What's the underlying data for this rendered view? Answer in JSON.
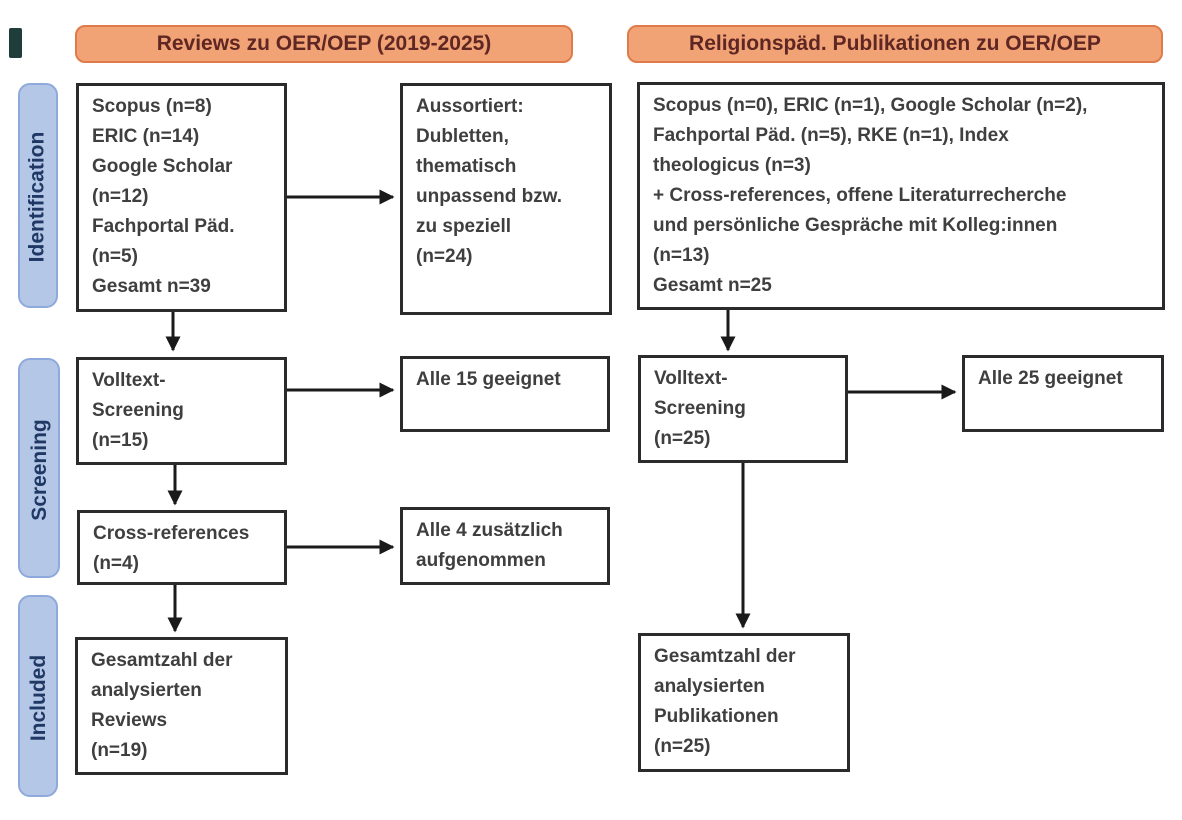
{
  "headers": {
    "left": "Reviews zu OER/OEP (2019-2025)",
    "right": "Religionspäd. Publikationen zu OER/OEP"
  },
  "stages": {
    "identification": "Identification",
    "screening": "Screening",
    "included": "Included"
  },
  "boxes": {
    "sources_reviews": {
      "lines": [
        "Scopus (n=8)",
        "ERIC (n=14)",
        "Google Scholar",
        "(n=12)",
        "Fachportal Päd.",
        "(n=5)",
        "Gesamt n=39"
      ]
    },
    "aussortiert": {
      "lines": [
        "Aussortiert:",
        "Dubletten,",
        "thematisch",
        "unpassend bzw.",
        "zu speziell",
        "(n=24)"
      ]
    },
    "sources_relpaed": {
      "lines": [
        "Scopus (n=0), ERIC (n=1), Google Scholar (n=2),",
        "Fachportal Päd. (n=5), RKE (n=1), Index",
        "theologicus (n=3)",
        "+ Cross-references, offene Literaturrecherche",
        "und persönliche Gespräche mit Kolleg:innen",
        "(n=13)",
        "Gesamt n=25"
      ]
    },
    "volltext_reviews": {
      "lines": [
        "Volltext-",
        "Screening",
        "(n=15)"
      ]
    },
    "alle15": {
      "lines": [
        "Alle 15 geeignet"
      ]
    },
    "volltext_relpaed": {
      "lines": [
        "Volltext-",
        "Screening",
        "(n=25)"
      ]
    },
    "alle25": {
      "lines": [
        "Alle 25 geeignet"
      ]
    },
    "crossref": {
      "lines": [
        "Cross-references",
        "(n=4)"
      ]
    },
    "alle4": {
      "lines": [
        "Alle 4 zusätzlich",
        "aufgenommen"
      ]
    },
    "total_reviews": {
      "lines": [
        "Gesamtzahl der",
        "analysierten",
        "Reviews",
        "(n=19)"
      ]
    },
    "total_relpaed": {
      "lines": [
        "Gesamtzahl der",
        "analysierten",
        "Publikationen",
        "(n=25)"
      ]
    }
  },
  "colors": {
    "header_fill": "#F2A376",
    "header_border": "#DF7B4B",
    "header_text": "#5F2723",
    "stage_fill": "#B4C7E7",
    "stage_border": "#8EA9DB",
    "stage_text": "#203864",
    "box_border": "#2B2B2B",
    "box_text": "#3F3F3F",
    "arrow": "#1A1A1A",
    "artifact": "#1E3D3B"
  }
}
